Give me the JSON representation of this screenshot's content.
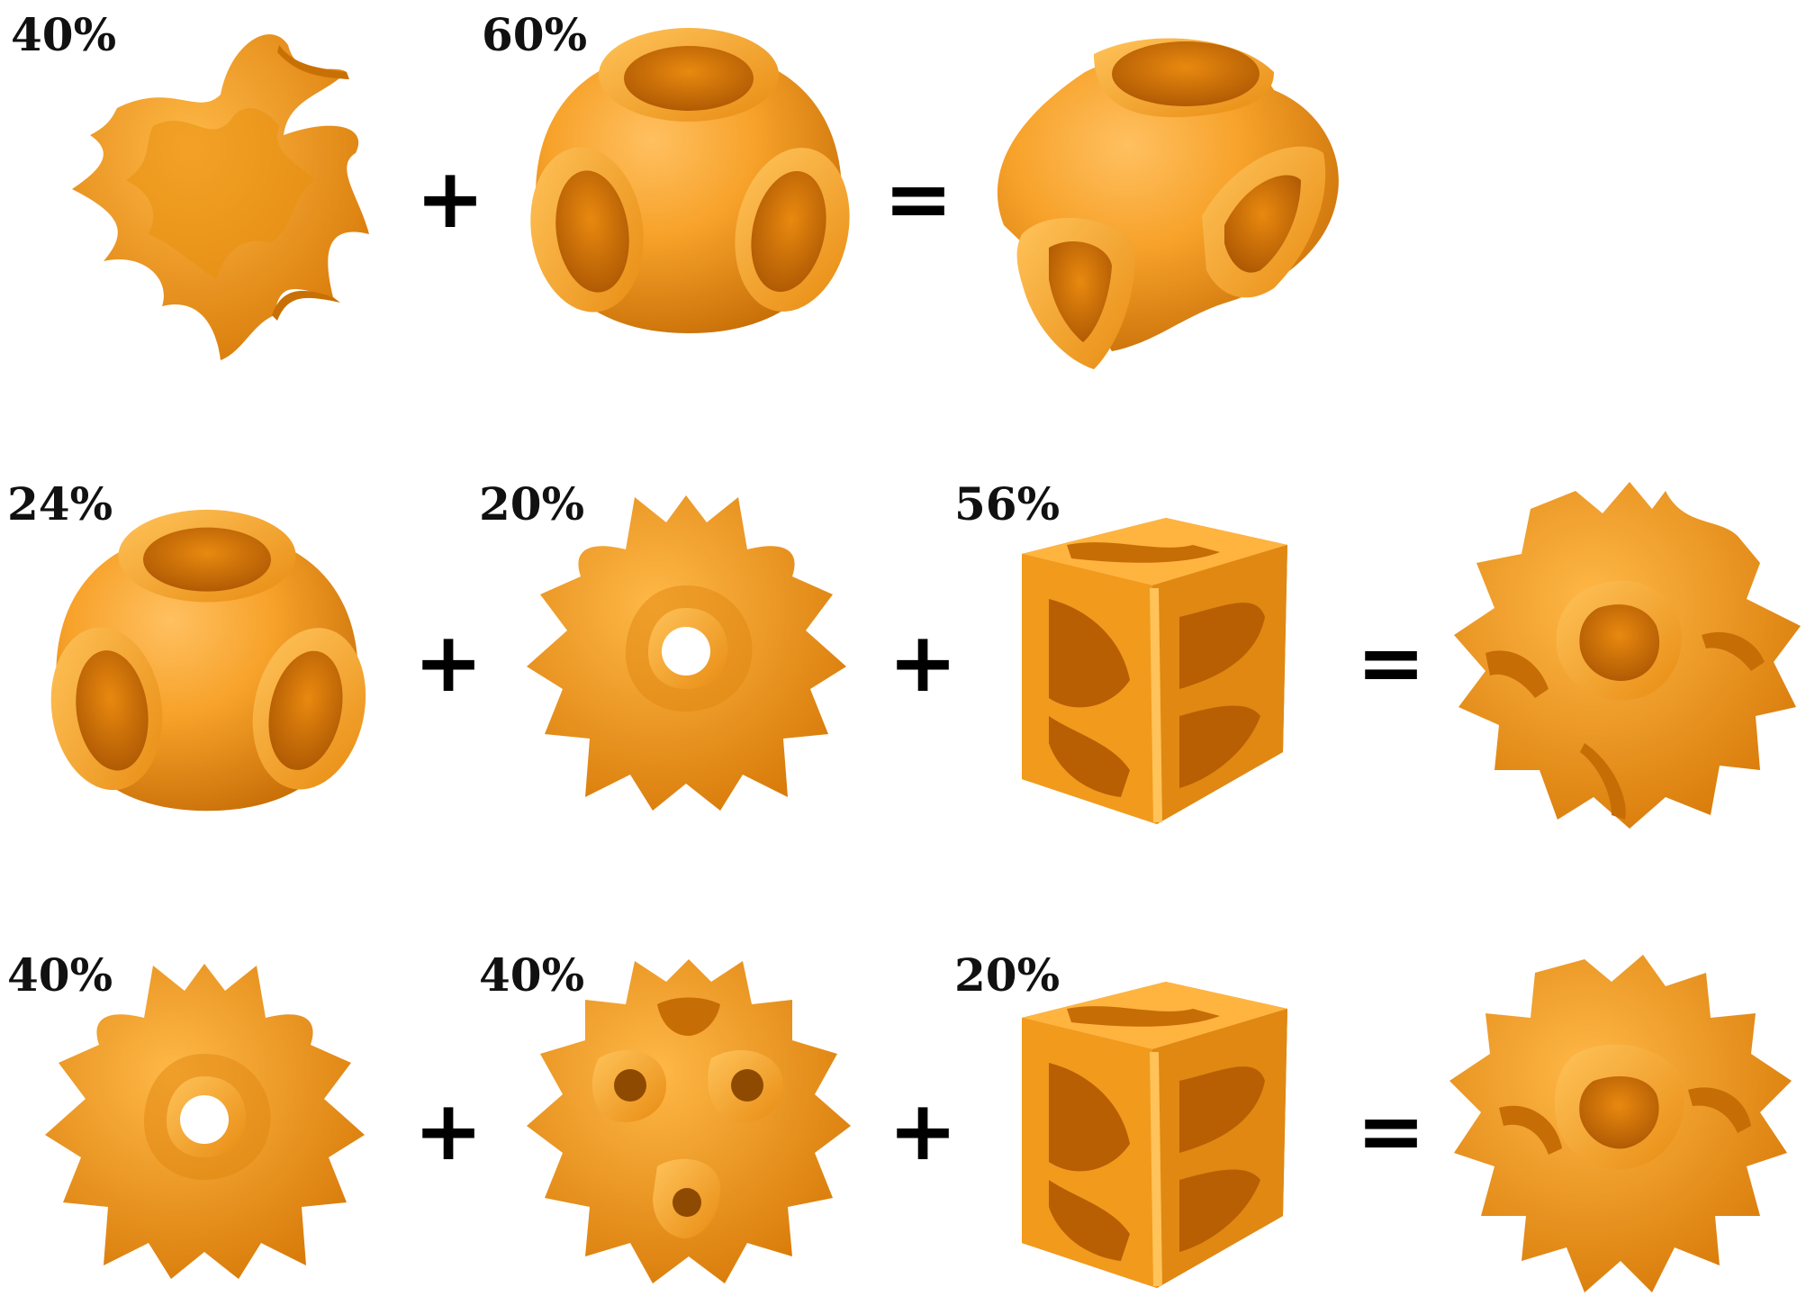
{
  "colors": {
    "orange_light": "#ffb13a",
    "orange": "#f29a1c",
    "orange_dark": "#c66d06",
    "cavity": "#b85f04"
  },
  "rows": [
    {
      "terms": [
        {
          "percent": "40%",
          "shape": "gyroid-like"
        },
        {
          "percent": "60%",
          "shape": "schwarz-p-cell"
        }
      ],
      "operators": [
        "+",
        "="
      ],
      "result": {
        "shape": "blended-result"
      }
    },
    {
      "terms": [
        {
          "percent": "24%",
          "shape": "schwarz-p-cell"
        },
        {
          "percent": "20%",
          "shape": "star-cell"
        },
        {
          "percent": "56%",
          "shape": "cubic-frame-cell"
        }
      ],
      "operators": [
        "+",
        "+",
        "="
      ],
      "result": {
        "shape": "blended-result"
      }
    },
    {
      "terms": [
        {
          "percent": "40%",
          "shape": "star-cell"
        },
        {
          "percent": "40%",
          "shape": "multi-hole-cell"
        },
        {
          "percent": "20%",
          "shape": "cubic-frame-cell"
        }
      ],
      "operators": [
        "+",
        "+",
        "="
      ],
      "result": {
        "shape": "blended-result"
      }
    }
  ]
}
